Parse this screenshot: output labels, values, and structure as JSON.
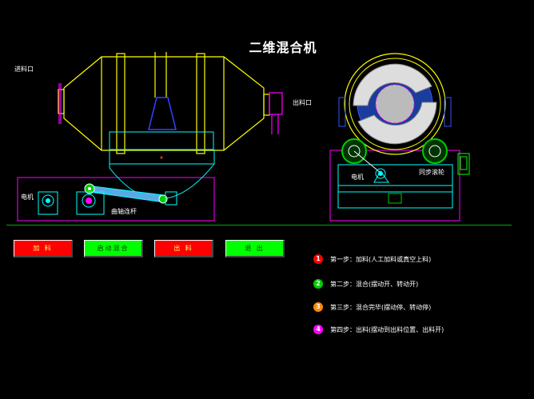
{
  "title": "二维混合机",
  "labels": {
    "inlet": "进料口",
    "outlet": "出料口",
    "motor_left": "电机",
    "crank": "曲轴连杆",
    "motor_right": "电机",
    "sync_roller": "同步滚轮"
  },
  "buttons": [
    {
      "label": "加 料",
      "color": "red"
    },
    {
      "label": "启动混合",
      "color": "green"
    },
    {
      "label": "出 料",
      "color": "red"
    },
    {
      "label": "退 出",
      "color": "green"
    }
  ],
  "steps": [
    {
      "num": "1",
      "color": "#ff0000",
      "text": "第一步：加料(人工加料或真空上料)"
    },
    {
      "num": "2",
      "color": "#00cc00",
      "text": "第二步：混合(摆动开、转动开)"
    },
    {
      "num": "3",
      "color": "#ff8800",
      "text": "第三步：混合完毕(摆动停、转动停)"
    },
    {
      "num": "4",
      "color": "#ff00ff",
      "text": "第四步：出料(摆动到出料位置、出料开)"
    }
  ]
}
